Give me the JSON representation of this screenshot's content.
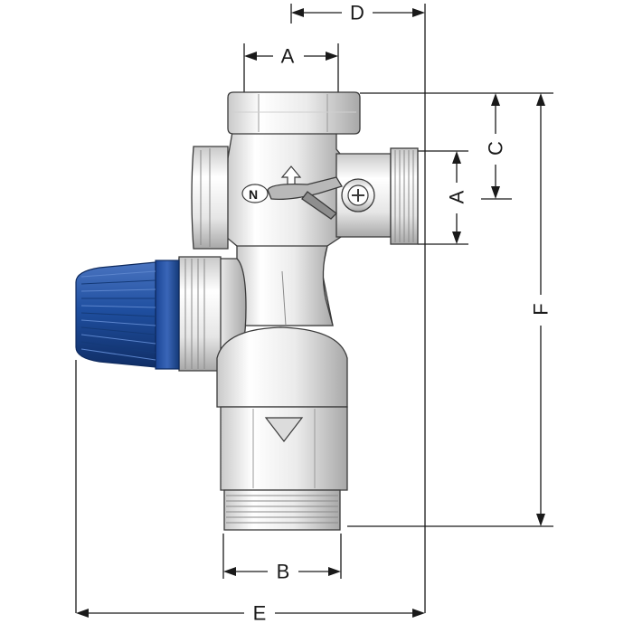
{
  "dimensions": {
    "A_top": "A",
    "A_side": "A",
    "B": "B",
    "C": "C",
    "D": "D",
    "E": "E",
    "F": "F"
  },
  "markings": {
    "lever_letter": "N",
    "arrow_symbol": "up-arrow"
  },
  "colors": {
    "cap_blue": "#1f4fa0",
    "cap_blue_dark": "#143a78",
    "metal_light": "#f4f4f4",
    "metal_mid": "#d8d8d8",
    "metal_dark": "#9a9a9a",
    "line": "#1a1a1a"
  }
}
